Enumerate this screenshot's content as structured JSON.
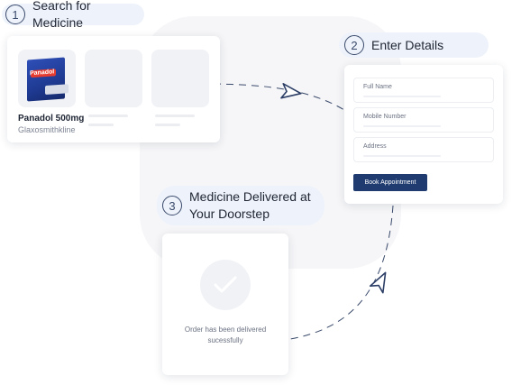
{
  "steps": [
    {
      "num": "1",
      "label": "Search for Medicine"
    },
    {
      "num": "2",
      "label": "Enter Details"
    },
    {
      "num": "3",
      "label": "Medicine Delivered at Your Doorstep"
    }
  ],
  "medicine": {
    "name": "Panadol 500mg",
    "maker": "Glaxosmithkline",
    "box_brand": "Panadol"
  },
  "details_form": {
    "fields": [
      {
        "label": "Full Name"
      },
      {
        "label": "Mobile Number"
      },
      {
        "label": "Address"
      }
    ],
    "button_label": "Book Appointment"
  },
  "delivered": {
    "message": "Order has been delivered sucessfully"
  },
  "icons": {
    "arrow": "paper-plane-arrow-icon",
    "check": "check-icon"
  },
  "colors": {
    "accent": "#1f3b70",
    "pill_bg": "#eef3fb",
    "connector": "#3a4a6b"
  }
}
